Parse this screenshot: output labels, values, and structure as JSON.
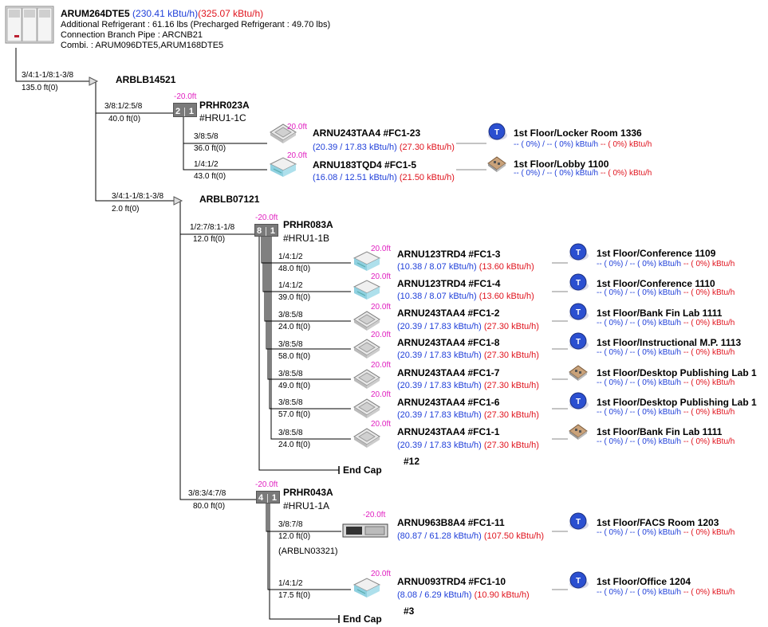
{
  "outdoor": {
    "model": "ARUM264DTE5",
    "capacity": "(230.41 kBtu/h)",
    "capacity2": "(325.07 kBtu/h)",
    "line1": "Additional Refrigerant : 61.16 lbs (Precharged Refrigerant : 49.70 lbs)",
    "line2": "Connection Branch Pipe : ARCNB21",
    "line3": "Combi. : ARUM096DTE5,ARUM168DTE5"
  },
  "branches": [
    {
      "name": "ARBLB14521",
      "pipe": "3/4:1-1/8:1-3/8",
      "len": "135.0 ft(0)"
    },
    {
      "name": "ARBLB07121",
      "pipe": "3/4:1-1/8:1-3/8",
      "len": "2.0 ft(0)"
    }
  ],
  "hrus": [
    {
      "name": "PRHR023A",
      "id": "#HRU1-1C",
      "offset": "-20.0ft",
      "pipe": "3/8:1/2:5/8",
      "len": "40.0 ft(0)",
      "left": "2",
      "right": "1"
    },
    {
      "name": "PRHR083A",
      "id": "#HRU1-1B",
      "offset": "-20.0ft",
      "pipe": "1/2:7/8:1-1/8",
      "len": "12.0 ft(0)",
      "left": "8",
      "right": "1"
    },
    {
      "name": "PRHR043A",
      "id": "#HRU1-1A",
      "offset": "-20.0ft",
      "pipe": "3/8:3/4:7/8",
      "len": "80.0 ft(0)",
      "left": "4",
      "right": "1"
    }
  ],
  "units": [
    {
      "pipe": "3/8:5/8",
      "len": "36.0 ft(0)",
      "offset": "20.0ft",
      "model": "ARNU243TAA4  #FC1-23",
      "cap": "(20.39 / 17.83 kBtu/h)",
      "cap2": "(27.30 kBtu/h)",
      "room": "1st Floor/Locker Room 1336",
      "stat1": "-- ( 0%) / -- ( 0%) kBtu/h",
      "stat2": "-- ( 0%) kBtu/h"
    },
    {
      "pipe": "1/4:1/2",
      "len": "43.0 ft(0)",
      "offset": "20.0ft",
      "model": "ARNU183TQD4  #FC1-5",
      "cap": "(16.08 / 12.51 kBtu/h)",
      "cap2": "(21.50 kBtu/h)",
      "room": "1st Floor/Lobby 1100",
      "stat1": "-- ( 0%) / -- ( 0%) kBtu/h",
      "stat2": "-- ( 0%) kBtu/h"
    },
    {
      "pipe": "1/4:1/2",
      "len": "48.0 ft(0)",
      "offset": "20.0ft",
      "model": "ARNU123TRD4  #FC1-3",
      "cap": "(10.38 / 8.07 kBtu/h)",
      "cap2": "(13.60 kBtu/h)",
      "room": "1st Floor/Conference 1109",
      "stat1": "-- ( 0%) / -- ( 0%) kBtu/h",
      "stat2": "-- ( 0%) kBtu/h"
    },
    {
      "pipe": "1/4:1/2",
      "len": "39.0 ft(0)",
      "offset": "20.0ft",
      "model": "ARNU123TRD4  #FC1-4",
      "cap": "(10.38 / 8.07 kBtu/h)",
      "cap2": "(13.60 kBtu/h)",
      "room": "1st Floor/Conference 1110",
      "stat1": "-- ( 0%) / -- ( 0%) kBtu/h",
      "stat2": "-- ( 0%) kBtu/h"
    },
    {
      "pipe": "3/8:5/8",
      "len": "24.0 ft(0)",
      "offset": "20.0ft",
      "model": "ARNU243TAA4  #FC1-2",
      "cap": "(20.39 / 17.83 kBtu/h)",
      "cap2": "(27.30 kBtu/h)",
      "room": "1st Floor/Bank Fin Lab 1111",
      "stat1": "-- ( 0%) / -- ( 0%) kBtu/h",
      "stat2": "-- ( 0%) kBtu/h"
    },
    {
      "pipe": "3/8:5/8",
      "len": "58.0 ft(0)",
      "offset": "20.0ft",
      "model": "ARNU243TAA4  #FC1-8",
      "cap": "(20.39 / 17.83 kBtu/h)",
      "cap2": "(27.30 kBtu/h)",
      "room": "1st Floor/Instructional M.P. 1113",
      "stat1": "-- ( 0%) / -- ( 0%) kBtu/h",
      "stat2": "-- ( 0%) kBtu/h"
    },
    {
      "pipe": "3/8:5/8",
      "len": "49.0 ft(0)",
      "offset": "20.0ft",
      "model": "ARNU243TAA4  #FC1-7",
      "cap": "(20.39 / 17.83 kBtu/h)",
      "cap2": "(27.30 kBtu/h)",
      "room": "1st Floor/Desktop Publishing Lab 1",
      "stat1": "-- ( 0%) / -- ( 0%) kBtu/h",
      "stat2": "-- ( 0%) kBtu/h"
    },
    {
      "pipe": "3/8:5/8",
      "len": "57.0 ft(0)",
      "offset": "20.0ft",
      "model": "ARNU243TAA4  #FC1-6",
      "cap": "(20.39 / 17.83 kBtu/h)",
      "cap2": "(27.30 kBtu/h)",
      "room": "1st Floor/Desktop Publishing Lab 1",
      "stat1": "-- ( 0%) / -- ( 0%) kBtu/h",
      "stat2": "-- ( 0%) kBtu/h"
    },
    {
      "pipe": "3/8:5/8",
      "len": "24.0 ft(0)",
      "offset": "20.0ft",
      "model": "ARNU243TAA4  #FC1-1",
      "cap": "(20.39 / 17.83 kBtu/h)",
      "cap2": "(27.30 kBtu/h)",
      "room": "1st Floor/Bank Fin Lab 1111",
      "stat1": "-- ( 0%) / -- ( 0%) kBtu/h",
      "stat2": "-- ( 0%) kBtu/h"
    },
    {
      "pipe": "3/8:7/8",
      "len": "12.0 ft(0)",
      "offset": "-20.0ft",
      "model": "ARNU963B8A4  #FC1-11",
      "cap": "(80.87 / 61.28 kBtu/h)",
      "cap2": "(107.50 kBtu/h)",
      "room": "1st Floor/FACS Room 1203",
      "stat1": "-- ( 0%) / -- ( 0%) kBtu/h",
      "stat2": "-- ( 0%) kBtu/h",
      "extra": "(ARBLN03321)"
    },
    {
      "pipe": "1/4:1/2",
      "len": "17.5 ft(0)",
      "offset": "20.0ft",
      "model": "ARNU093TRD4  #FC1-10",
      "cap": "(8.08 / 6.29 kBtu/h)",
      "cap2": "(10.90 kBtu/h)",
      "room": "1st Floor/Office 1204",
      "stat1": "-- ( 0%) / -- ( 0%) kBtu/h",
      "stat2": "-- ( 0%) kBtu/h"
    }
  ],
  "endcaps": [
    {
      "label": "End Cap",
      "count": "#12"
    },
    {
      "label": "End Cap",
      "count": "#3"
    }
  ]
}
